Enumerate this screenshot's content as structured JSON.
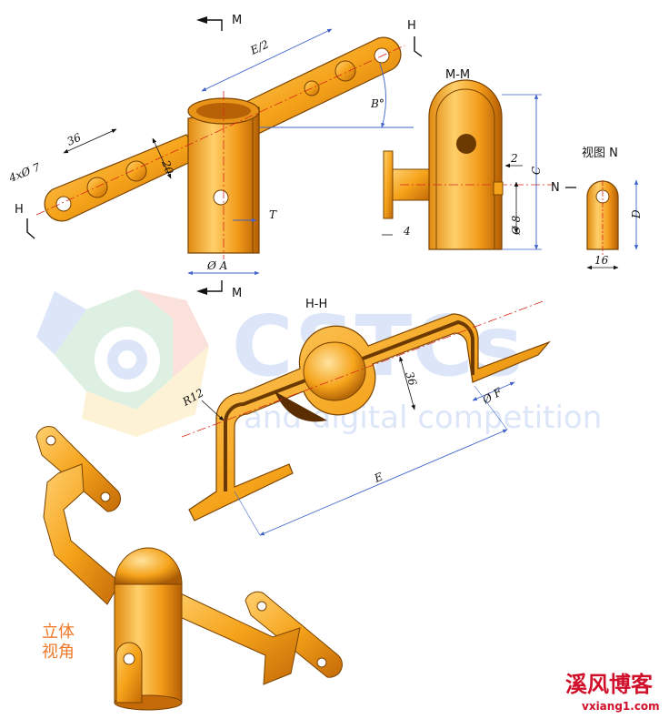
{
  "watermark": {
    "brand": "CSTCs",
    "tagline": "and digital competition"
  },
  "section_marks": {
    "m": "M",
    "h": "H",
    "n": "N"
  },
  "view_titles": {
    "section_mm": "M-M",
    "view_n": "视图 N",
    "section_hh": "H-H",
    "iso_line1": "立体",
    "iso_line2": "视角"
  },
  "dimensions": {
    "top_view": {
      "e_half": "E/2",
      "b_angle": "B°",
      "length_36": "36",
      "width_20": "20",
      "holes": "4xØ 7",
      "t": "T",
      "phi_a": "Ø A"
    },
    "section_mm": {
      "c": "C",
      "gap_2": "2",
      "phi_8": "Ø 8",
      "thk_4": "4"
    },
    "view_n": {
      "d": "D",
      "w_16": "16"
    },
    "section_hh": {
      "r12": "R12",
      "h36": "36",
      "phi_f": "Ø F",
      "e": "E"
    }
  },
  "site_logo": {
    "cn": "溪风博客",
    "url": "vxiang1.com"
  },
  "colors": {
    "part_orange": "#F5A31A",
    "part_dark": "#C46A08",
    "dim_blue": "#3E62C9",
    "center_red": "#D8281A",
    "iso_label": "#F07A2A",
    "logo_red": "#D0102A"
  }
}
